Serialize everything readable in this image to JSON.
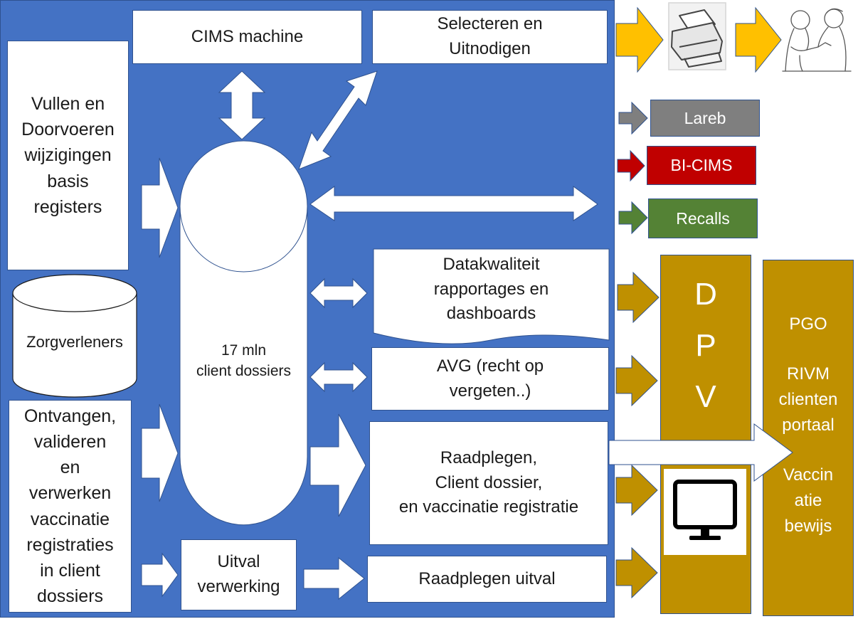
{
  "boxes": {
    "cims_machine": "CIMS machine",
    "selecteren": "Selecteren en\nUitnodigen",
    "vullen": "Vullen en\nDoorvoeren\nwijzigingen\nbasis\nregisters",
    "zorgverleners": "Zorgverleners",
    "client_dossiers": "17 mln\nclient dossiers",
    "ontvangen": "Ontvangen,\nvalideren\nen\nverwerken\nvaccinatie\nregistraties\nin client\ndossiers",
    "uitval_verwerking": "Uitval\nverwerking",
    "datakwaliteit": "Datakwaliteit\nrapportages en\ndashboards",
    "avg": "AVG (recht op\nvergeten..)",
    "raadplegen": "Raadplegen,\nClient dossier,\nen vaccinatie registratie",
    "raadplegen_uitval": "Raadplegen uitval"
  },
  "external": {
    "lareb": "Lareb",
    "bi_cims": "BI-CIMS",
    "recalls": "Recalls"
  },
  "dpv": {
    "d": "D",
    "p": "P",
    "v": "V"
  },
  "portal": {
    "pgo": "PGO",
    "rivm": "RIVM\nclienten\nportaal",
    "bewijs": "Vaccin\natie\nbewijs"
  },
  "icons": [
    "printer-icon",
    "vaccination-sketch-icon",
    "monitor-icon"
  ],
  "colors": {
    "panel": "#4472c4",
    "lareb": "#7f7f7f",
    "bi_cims": "#c00000",
    "recalls": "#548235",
    "gold": "#bf9000",
    "yellow_arrow": "#ffc000"
  }
}
